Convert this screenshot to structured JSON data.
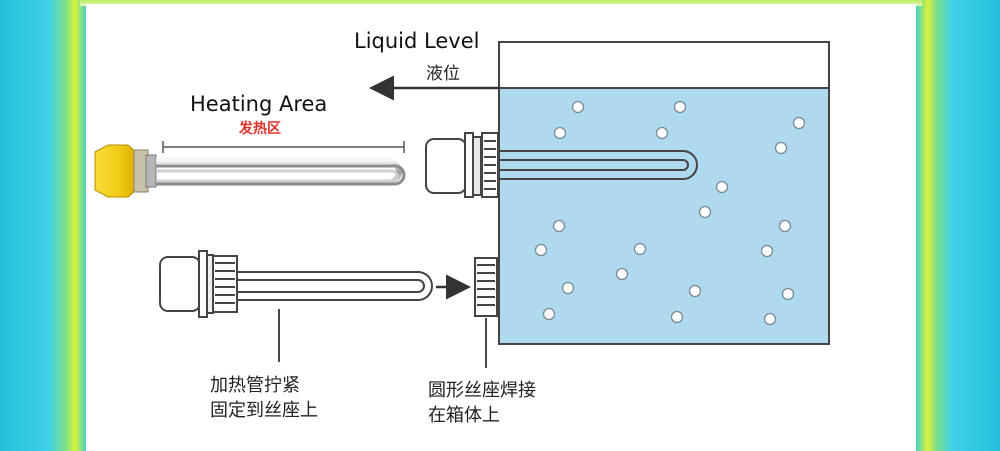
{
  "labels": {
    "liquid_level_en": "Liquid Level",
    "liquid_level_cn": "液位",
    "heating_area_en": "Heating Area",
    "heating_area_cn": "发热区",
    "step1_line1": "加热管拧紧",
    "step1_line2": "固定到丝座上",
    "step2_line1": "圆形丝座焊接",
    "step2_line2": "在箱体上"
  },
  "colors": {
    "water": "#aed9ee",
    "tank_stroke": "#333333",
    "heating_label": "#e0322c",
    "cap_yellow": "#f4d21a",
    "frame_cyan": "#2fc6e0",
    "frame_lime": "#d9f23a"
  }
}
